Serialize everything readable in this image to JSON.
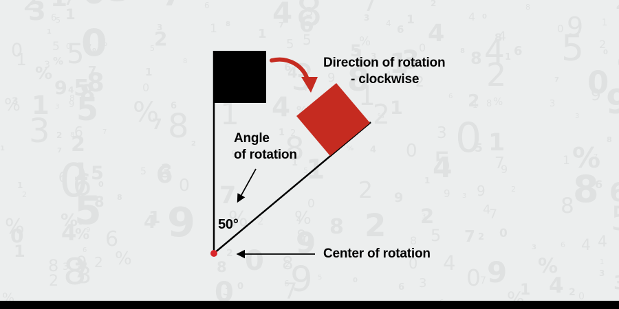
{
  "labels": {
    "direction_line1": "Direction of rotation",
    "direction_line2": "- clockwise",
    "angle_line1": "Angle",
    "angle_line2": "of rotation",
    "degrees": "50°",
    "center": "Center of rotation"
  },
  "rotation": {
    "angle_degrees": 50,
    "direction": "clockwise"
  },
  "colors": {
    "background": "#eceeee",
    "background_digits": "#dfe1e1",
    "original_square": "#000000",
    "rotated_square": "#c52b20",
    "curved_arrow": "#c52b20",
    "center_point": "#d8262a",
    "lines": "#000000",
    "text": "#000000",
    "bottom_bar": "#000000"
  },
  "background_digits": [
    "0",
    "1",
    "2",
    "3",
    "4",
    "5",
    "6",
    "7",
    "8",
    "9",
    "%"
  ]
}
